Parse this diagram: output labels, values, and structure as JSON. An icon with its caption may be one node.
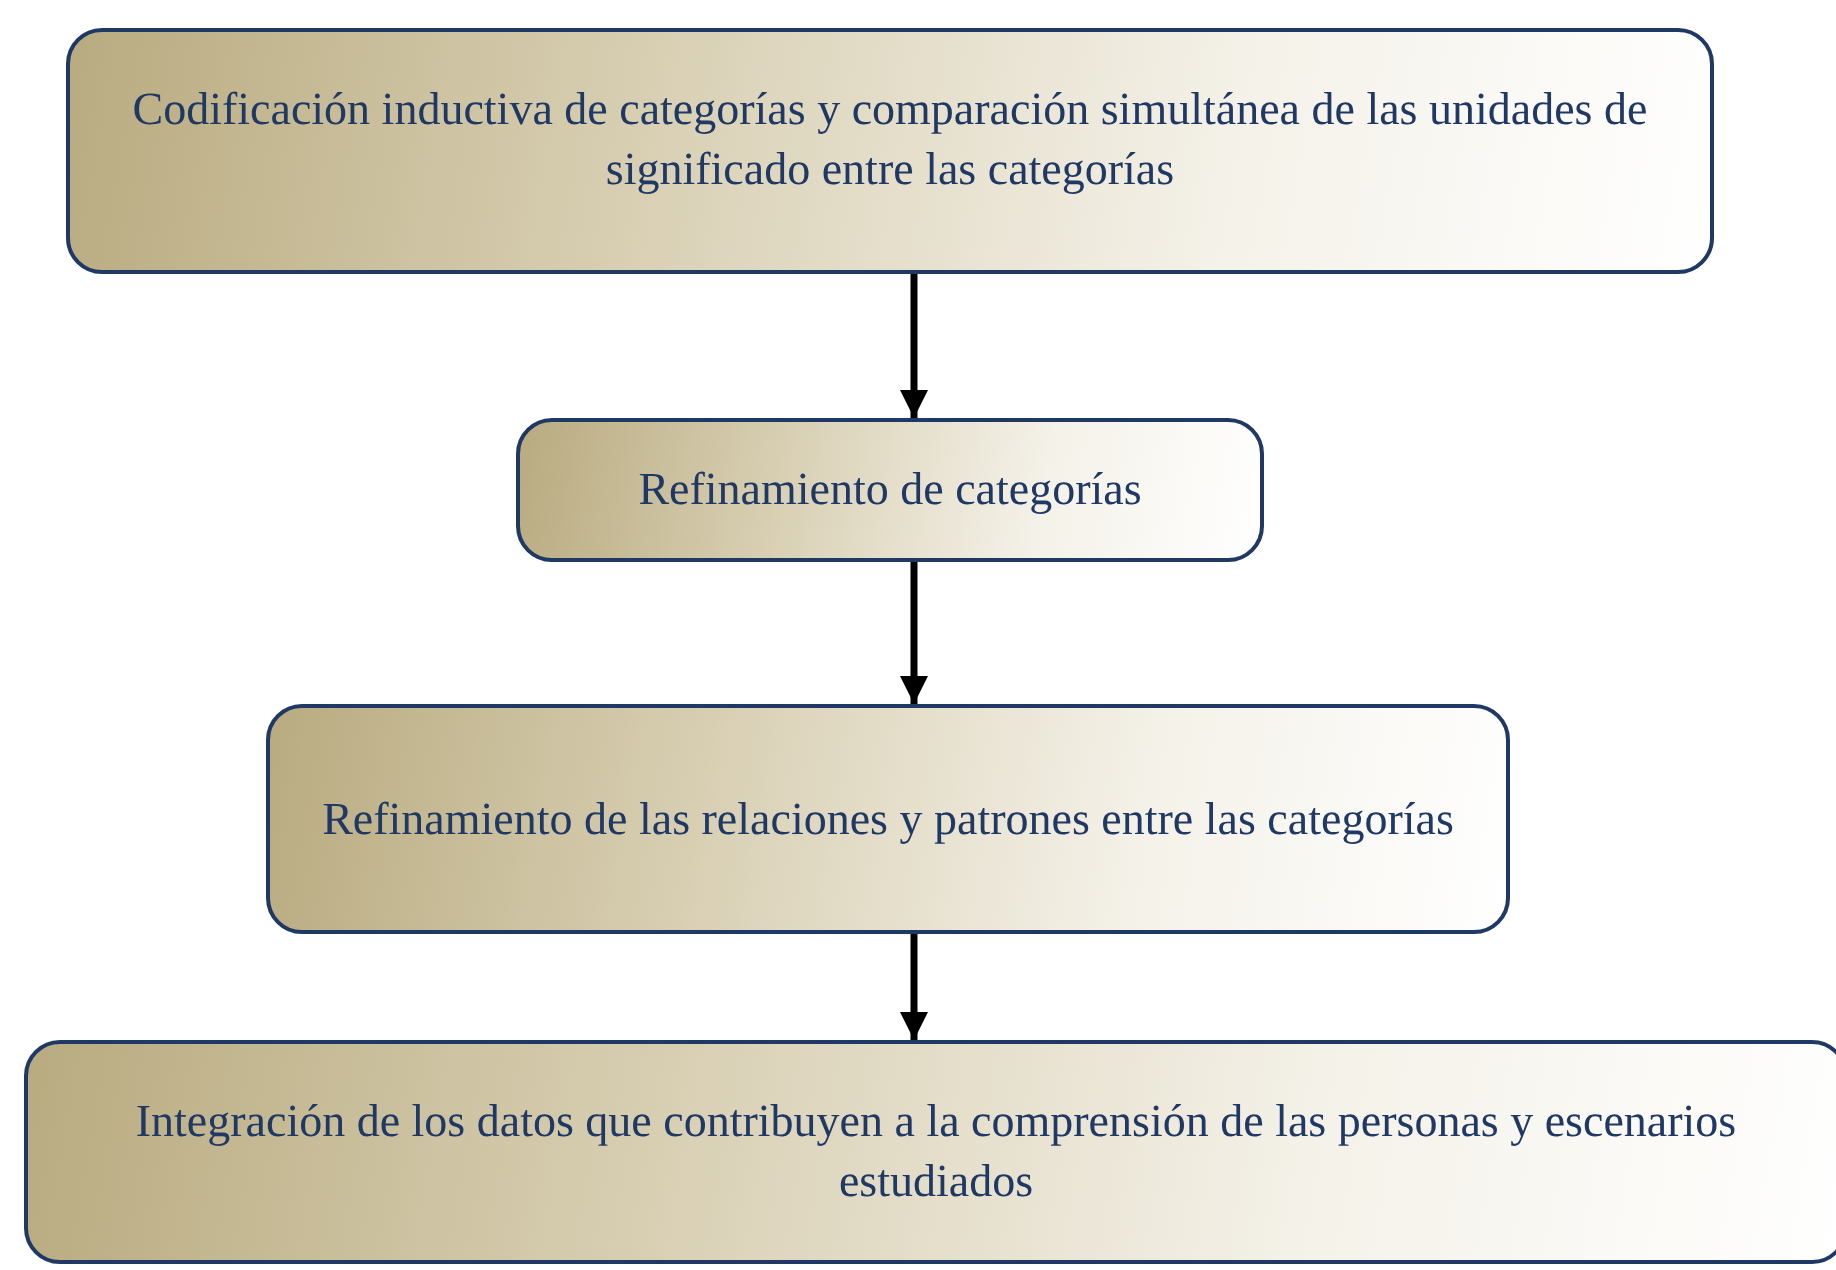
{
  "diagram": {
    "nodes": [
      {
        "text": [
          "Codificación inductiva de categorías y comparación simultánea de las unidades de significado entre las categorías"
        ]
      },
      {
        "text": [
          "Refinamiento de categorías"
        ]
      },
      {
        "text": [
          "Refinamiento de las relaciones y patrones entre las categorías"
        ]
      },
      {
        "text": [
          "Integración de los datos que contribuyen a la comprensión de las personas y escenarios estudiados"
        ]
      }
    ],
    "edges": [
      {
        "from": 0,
        "to": 1,
        "arrow": "to"
      },
      {
        "from": 1,
        "to": 2,
        "arrow": "to"
      },
      {
        "from": 2,
        "to": 3,
        "arrow": "to"
      }
    ]
  }
}
